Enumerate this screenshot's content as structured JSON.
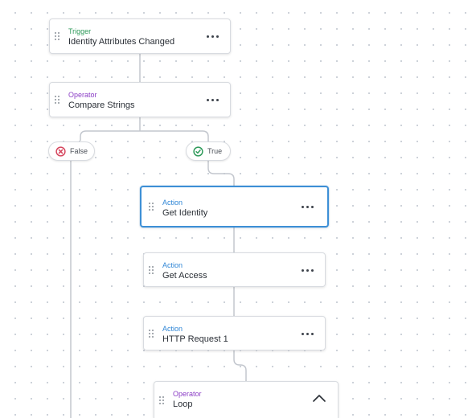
{
  "nodes": {
    "trigger": {
      "type": "Trigger",
      "title": "Identity Attributes Changed"
    },
    "compare": {
      "type": "Operator",
      "title": "Compare Strings"
    },
    "get_identity": {
      "type": "Action",
      "title": "Get Identity"
    },
    "get_access": {
      "type": "Action",
      "title": "Get Access"
    },
    "http_request": {
      "type": "Action",
      "title": "HTTP Request 1"
    },
    "loop": {
      "type": "Operator",
      "title": "Loop"
    }
  },
  "branches": {
    "false_label": "False",
    "true_label": "True"
  },
  "icons": {
    "drag": "drag-handle-icon",
    "more": "more-options-icon",
    "false": "x-circle-icon",
    "true": "check-circle-icon",
    "collapse": "chevron-up-icon"
  },
  "colors": {
    "trigger": "#2e9a5a",
    "operator": "#8c3fc6",
    "action": "#2f86d6",
    "false": "#d6455d",
    "true": "#2e9a5a",
    "selected_border": "#3d8fd6"
  }
}
